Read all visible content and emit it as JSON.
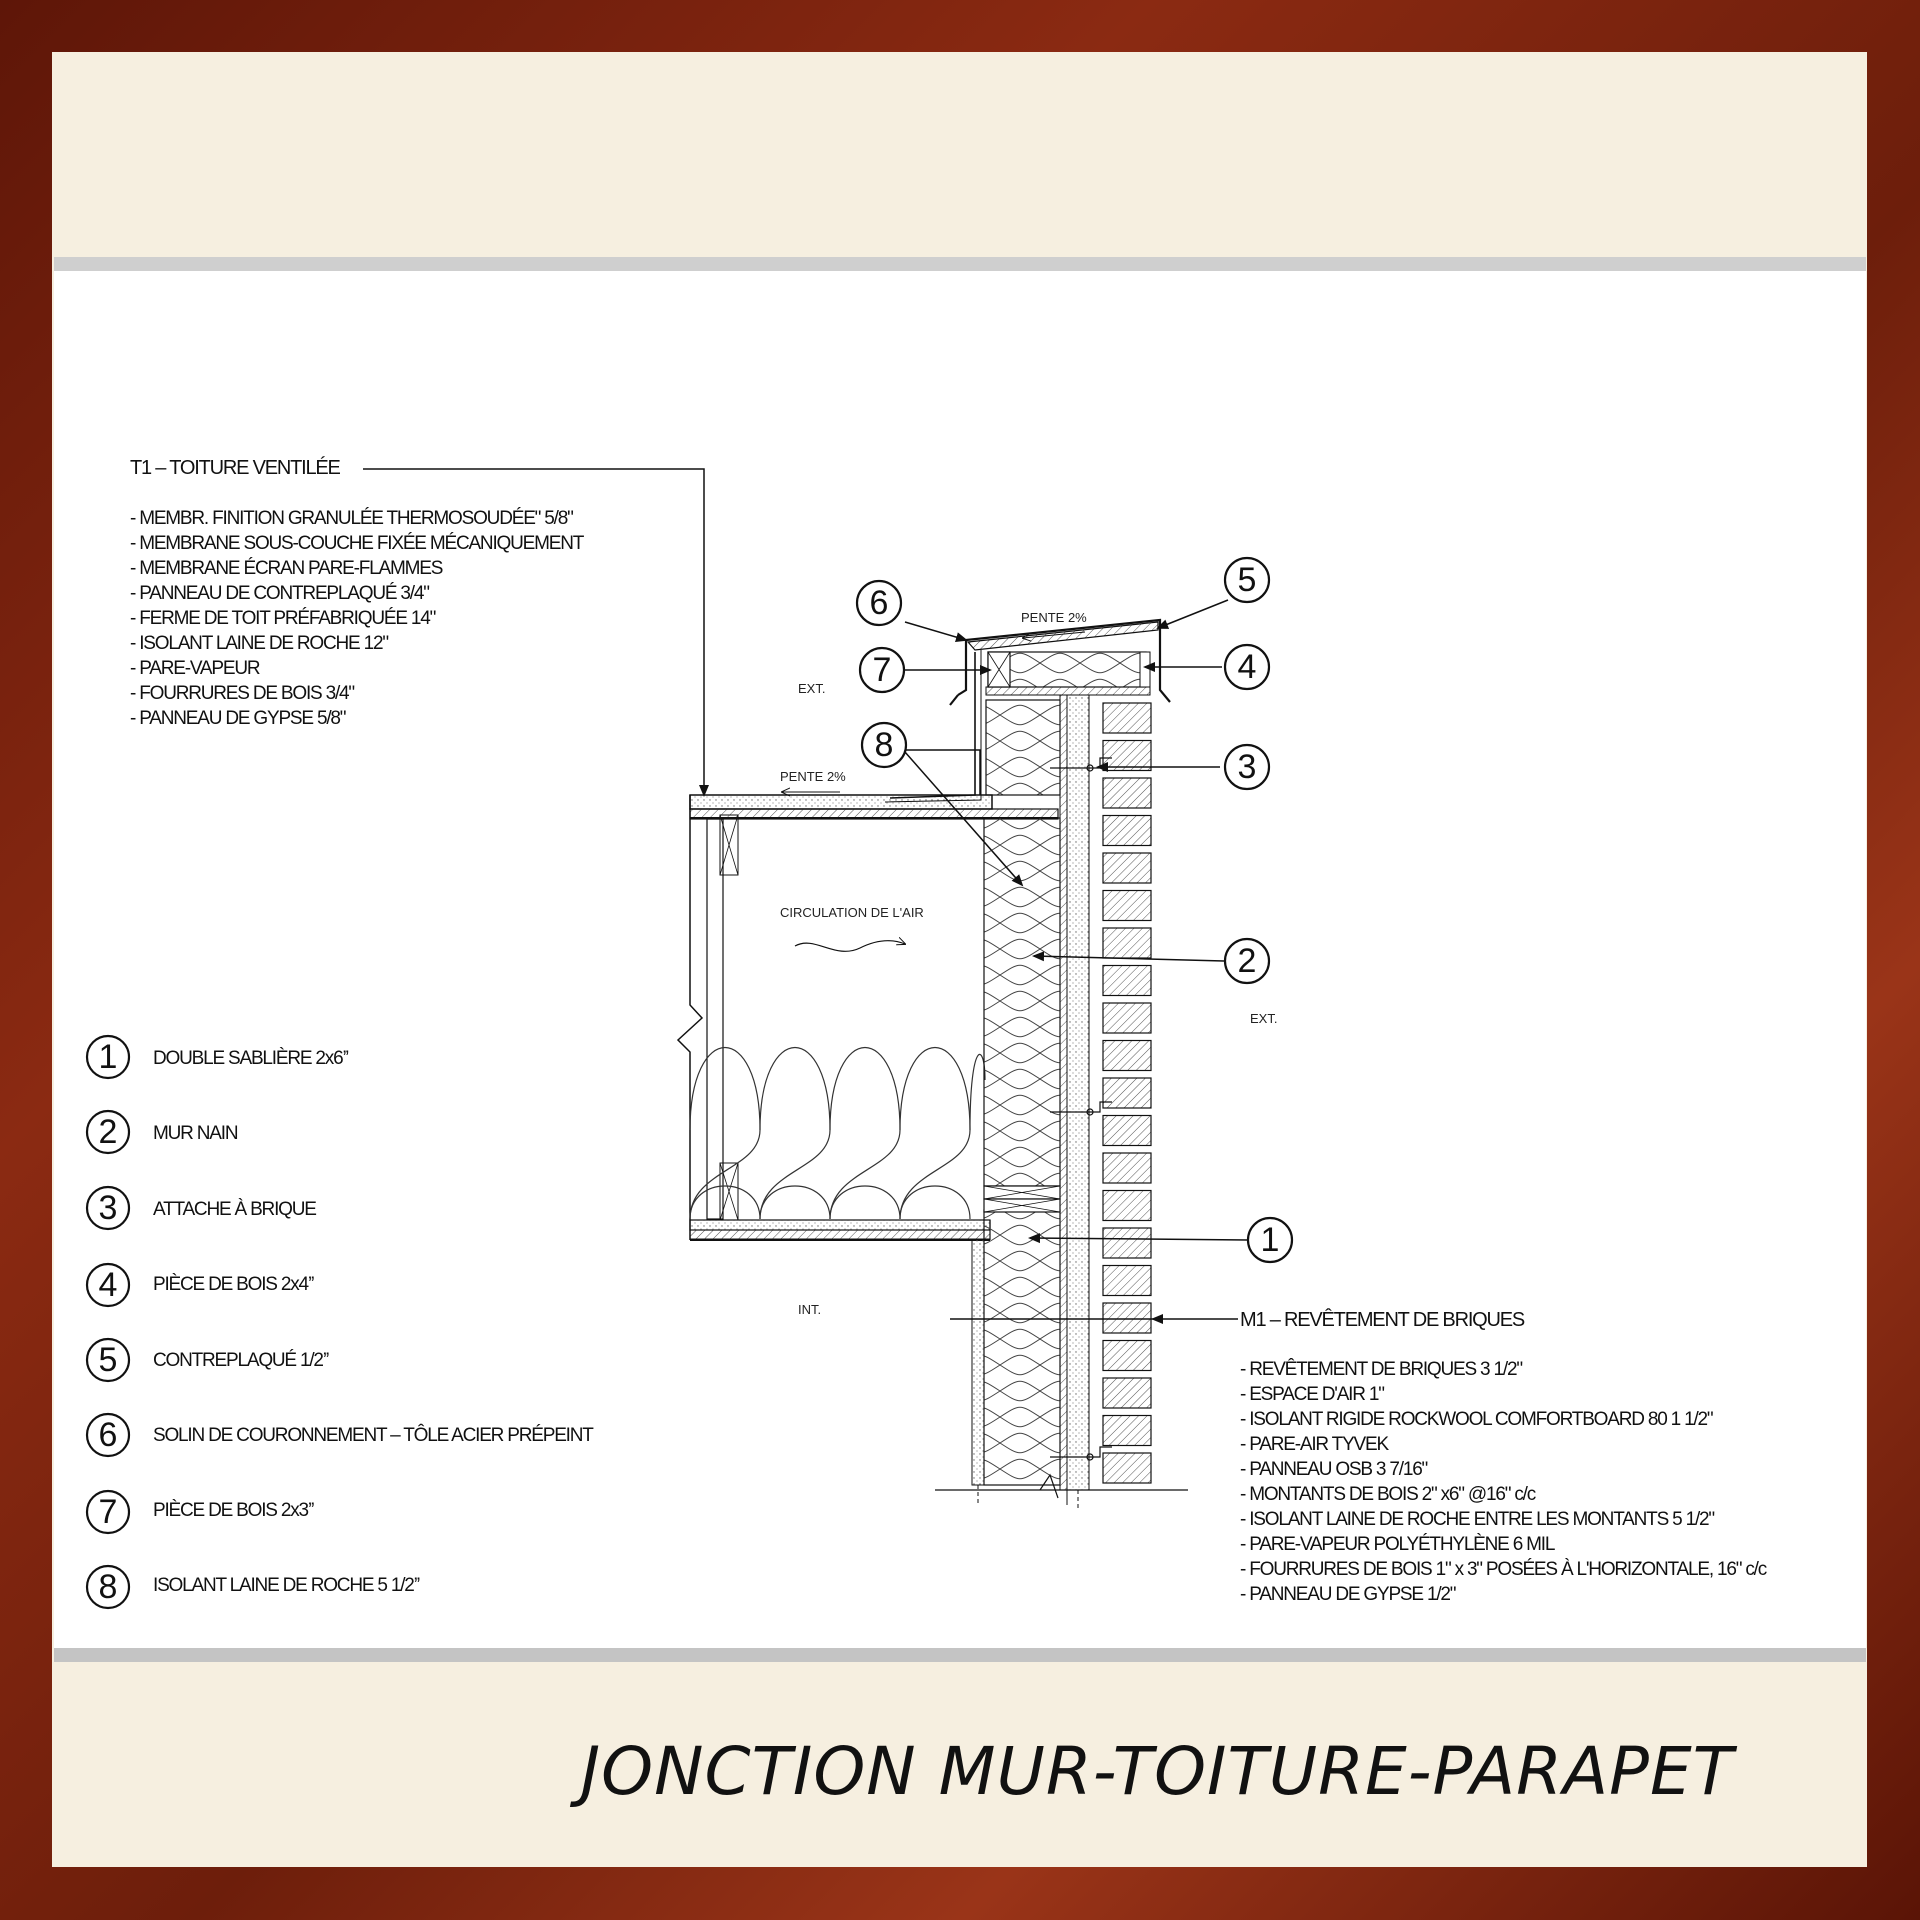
{
  "title": "JONCTION MUR-TOITURE-PARAPET",
  "roof_spec": {
    "heading": "T1 – TOITURE VENTILÉE",
    "lines": [
      "- MEMBR. FINITION GRANULÉE THERMOSOUDÉE\"  5/8\"",
      "- MEMBRANE SOUS-COUCHE  FIXÉE MÉCANIQUEMENT",
      "- MEMBRANE ÉCRAN  PARE-FLAMMES",
      "- PANNEAU DE CONTREPLAQUÉ  3/4\"",
      "- FERME DE TOIT PRÉFABRIQUÉE  14\"",
      "- ISOLANT LAINE DE ROCHE  12\"",
      "- PARE-VAPEUR",
      "- FOURRURES DE BOIS  3/4\"",
      "- PANNEAU DE GYPSE  5/8\""
    ]
  },
  "wall_spec": {
    "heading": "M1 – REVÊTEMENT DE BRIQUES",
    "lines": [
      "- REVÊTEMENT DE BRIQUES   3 1/2\"",
      "- ESPACE D'AIR  1\"",
      "- ISOLANT RIGIDE ROCKWOOL COMFORTBOARD 80   1 1/2\"",
      "- PARE-AIR TYVEK",
      "- PANNEAU OSB 3    7/16\"",
      "- MONTANTS DE BOIS 2\" x6\" @16\" c/c",
      "- ISOLANT LAINE DE ROCHE ENTRE LES MONTANTS  5 1/2\"",
      "- PARE-VAPEUR POLYÉTHYLÈNE 6 MIL",
      "- FOURRURES DE BOIS  1\" x 3\"  POSÉES À L'HORIZONTALE,   16\" c/c",
      "- PANNEAU DE GYPSE   1/2\""
    ]
  },
  "legend": [
    {
      "num": "1",
      "label": "DOUBLE SABLIÈRE 2x6’’"
    },
    {
      "num": "2",
      "label": "MUR NAIN"
    },
    {
      "num": "3",
      "label": "ATTACHE À BRIQUE"
    },
    {
      "num": "4",
      "label": "PIÈCE DE BOIS 2x4’’"
    },
    {
      "num": "5",
      "label": "CONTREPLAQUÉ 1/2’’"
    },
    {
      "num": "6",
      "label": "SOLIN DE COURONNEMENT – TÔLE ACIER PRÉPEINT"
    },
    {
      "num": "7",
      "label": "PIÈCE DE BOIS 2x3’’"
    },
    {
      "num": "8",
      "label": "ISOLANT LAINE DE ROCHE 5 1/2’’"
    }
  ],
  "callouts": [
    "6",
    "5",
    "7",
    "4",
    "8",
    "3",
    "2",
    "1"
  ],
  "drawing_labels": {
    "ext_top": "EXT.",
    "ext_right": "EXT.",
    "int": "INT.",
    "slope_parapet": "PENTE 2%",
    "slope_roof": "PENTE 2%",
    "air_circulation": "CIRCULATION DE L'AIR"
  },
  "colors": {
    "frame": "#7a2410",
    "background": "#f6efe0",
    "sheet": "#ffffff",
    "ink": "#111111"
  }
}
